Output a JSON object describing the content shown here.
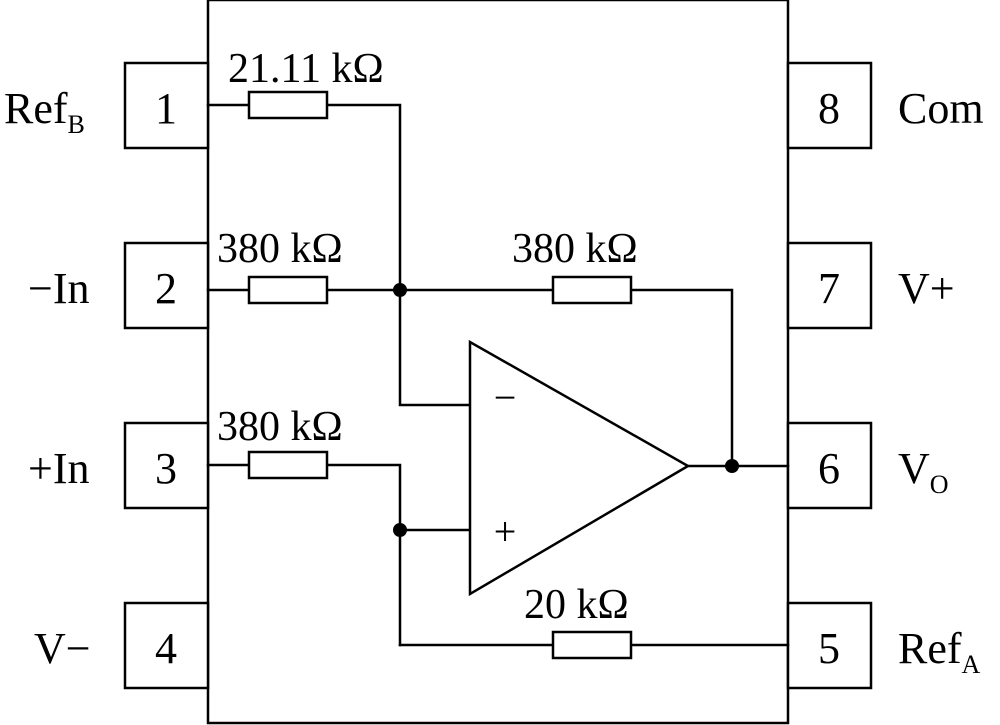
{
  "pins": {
    "p1": {
      "number": "1",
      "label": "Ref",
      "label_sub": "B"
    },
    "p2": {
      "number": "2",
      "label": "−In"
    },
    "p3": {
      "number": "3",
      "label": "+In"
    },
    "p4": {
      "number": "4",
      "label": "V−"
    },
    "p5": {
      "number": "5",
      "label": "Ref",
      "label_sub": "A"
    },
    "p6": {
      "number": "6",
      "label": "V",
      "label_sub": "O"
    },
    "p7": {
      "number": "7",
      "label": "V+"
    },
    "p8": {
      "number": "8",
      "label": "Com"
    }
  },
  "resistors": {
    "r1": "21.11 kΩ",
    "r2": "380 kΩ",
    "r3": "380 kΩ",
    "r_feedback": "380 kΩ",
    "r_refa": "20 kΩ"
  },
  "opamp": {
    "inverting_sign": "−",
    "noninverting_sign": "+"
  }
}
